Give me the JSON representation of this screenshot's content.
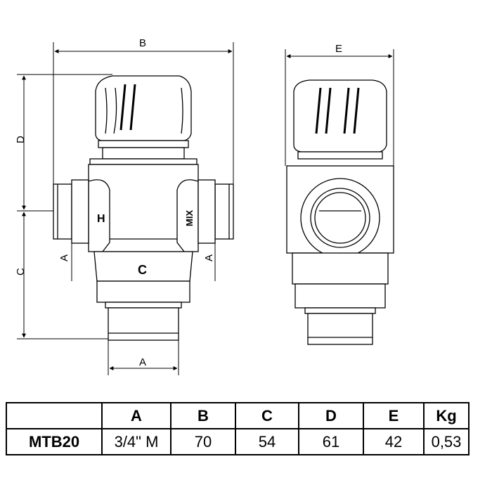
{
  "dimension_labels": {
    "a_left": "A",
    "a_right": "A",
    "a_bottom": "A",
    "b": "B",
    "c": "C",
    "d": "D",
    "e": "E"
  },
  "valve_marks": {
    "hot": "H",
    "mix": "MIX",
    "cold": "C"
  },
  "spec_table": {
    "headers": [
      "",
      "A",
      "B",
      "C",
      "D",
      "E",
      "Kg"
    ],
    "rows": [
      {
        "model": "MTB20",
        "a": "3/4\" M",
        "b": "70",
        "c": "54",
        "d": "61",
        "e": "42",
        "kg": "0,53"
      }
    ]
  }
}
